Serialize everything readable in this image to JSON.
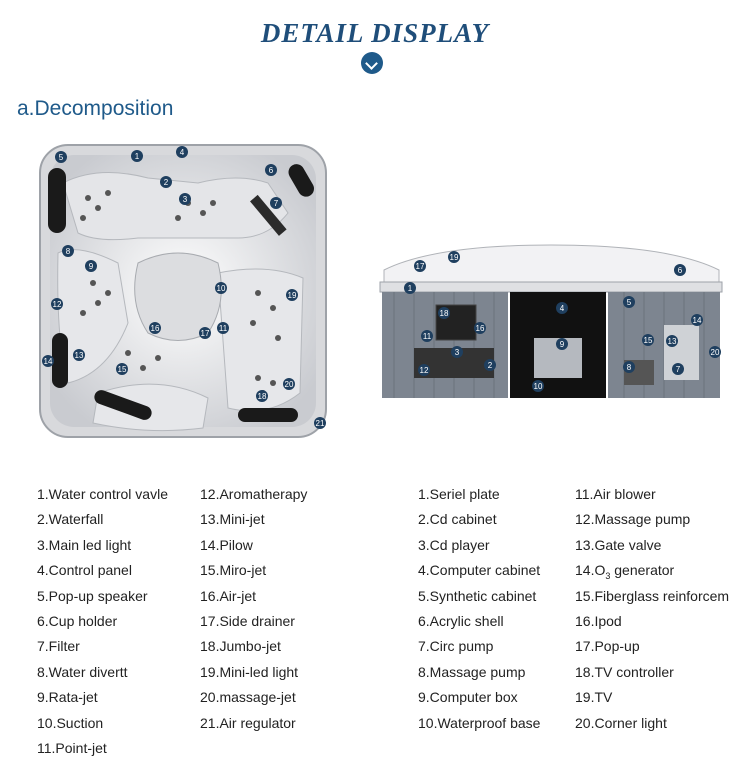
{
  "header": {
    "title": "DETAIL DISPLAY"
  },
  "section": {
    "heading": "a.Decomposition"
  },
  "top_view": {
    "markers": [
      "1",
      "2",
      "3",
      "4",
      "5",
      "6",
      "7",
      "8",
      "9",
      "10",
      "11",
      "12",
      "13",
      "14",
      "15",
      "16",
      "17",
      "18",
      "19",
      "20",
      "21"
    ]
  },
  "side_view": {
    "markers": [
      "1",
      "2",
      "3",
      "4",
      "5",
      "6",
      "7",
      "8",
      "9",
      "10",
      "11",
      "12",
      "13",
      "14",
      "15",
      "16",
      "17",
      "18",
      "19",
      "20"
    ]
  },
  "legend_top_view_col1": [
    "1.Water control vavle",
    "2.Waterfall",
    "3.Main led light",
    "4.Control panel",
    "5.Pop-up speaker",
    "6.Cup holder",
    "7.Filter",
    "8.Water divertt",
    "9.Rata-jet",
    "10.Suction",
    "11.Point-jet"
  ],
  "legend_top_view_col2": [
    "12.Aromatherapy",
    "13.Mini-jet",
    "14.Pilow",
    "15.Miro-jet",
    "16.Air-jet",
    "17.Side drainer",
    "18.Jumbo-jet",
    "19.Mini-led light",
    "20.massage-jet",
    "21.Air regulator"
  ],
  "legend_side_view_col1": [
    "1.Seriel plate",
    "2.Cd cabinet",
    "3.Cd player",
    "4.Computer cabinet",
    "5.Synthetic cabinet",
    "6.Acrylic shell",
    "7.Circ pump",
    "8.Massage pump",
    "9.Computer box",
    "10.Waterproof base"
  ],
  "legend_side_view_col2": [
    "11.Air blower",
    "12.Massage pump",
    "13.Gate valve",
    "14.O",
    "15.Fiberglass reinforcem",
    "16.Ipod",
    "17.Pop-up",
    "18.TV controller",
    "19.TV",
    "20.Corner light"
  ],
  "legend_extra": {
    "o3_sub": "3",
    "o3_rest": " generator"
  },
  "colors": {
    "title": "#1f4e7a",
    "accent": "#1f5a8a",
    "marker": "#1f3f5f",
    "shell": "#f0f0f2",
    "cabinet": "#7d8590"
  }
}
